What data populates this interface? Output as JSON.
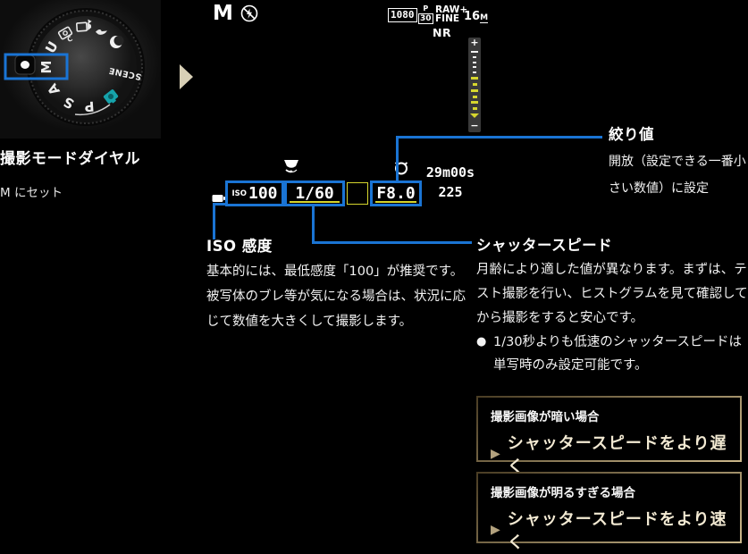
{
  "colors": {
    "accent_blue": "#1a74d4",
    "lcd_yellow": "#d6d62e",
    "cream": "#f2e9d2",
    "tan": "#b3a27e",
    "tip_border_dark": "#4a3d24",
    "tip_border_light": "#cbb78a"
  },
  "icons": {
    "tip_arrow": "▶",
    "bullet": "●"
  },
  "dial": {
    "letters": [
      "U",
      "M",
      "A",
      "S",
      "P"
    ],
    "scene": "SCENE",
    "caption_title": "撮影モードダイヤル",
    "caption_sub": "M にセット"
  },
  "lcd": {
    "mode": "M",
    "video_format": "1080",
    "fps_p": "P",
    "fps": "30",
    "quality_line1": "RAW+",
    "quality_line2": "FINE",
    "size_number": "16",
    "size_unit": "M",
    "nr": "NR",
    "meter_plus": "+",
    "meter_minus": "−",
    "iso_label": "ISO",
    "iso_value": "100",
    "shutter_value": "1/60",
    "aperture_value": "F8.0",
    "recording_time": "29m00s",
    "shots_remaining": "225"
  },
  "annotations": {
    "aperture": {
      "title": "絞り値",
      "body": "開放（設定できる一番小さい数値）に設定"
    },
    "iso": {
      "title": "ISO 感度",
      "body": "基本的には、最低感度「100」が推奨です。被写体のブレ等が気になる場合は、状況に応じて数値を大きくして撮影します。"
    },
    "shutter": {
      "title": "シャッタースピード",
      "body": "月齢により適した値が異なります。まずは、テスト撮影を行い、ヒストグラムを見て確認してから撮影をすると安心です。",
      "note": "1/30秒よりも低速のシャッタースピードは単写時のみ設定可能です。"
    }
  },
  "tips": [
    {
      "condition": "撮影画像が暗い場合",
      "action": "シャッタースピードをより遅く"
    },
    {
      "condition": "撮影画像が明るすぎる場合",
      "action": "シャッタースピードをより速く"
    }
  ]
}
